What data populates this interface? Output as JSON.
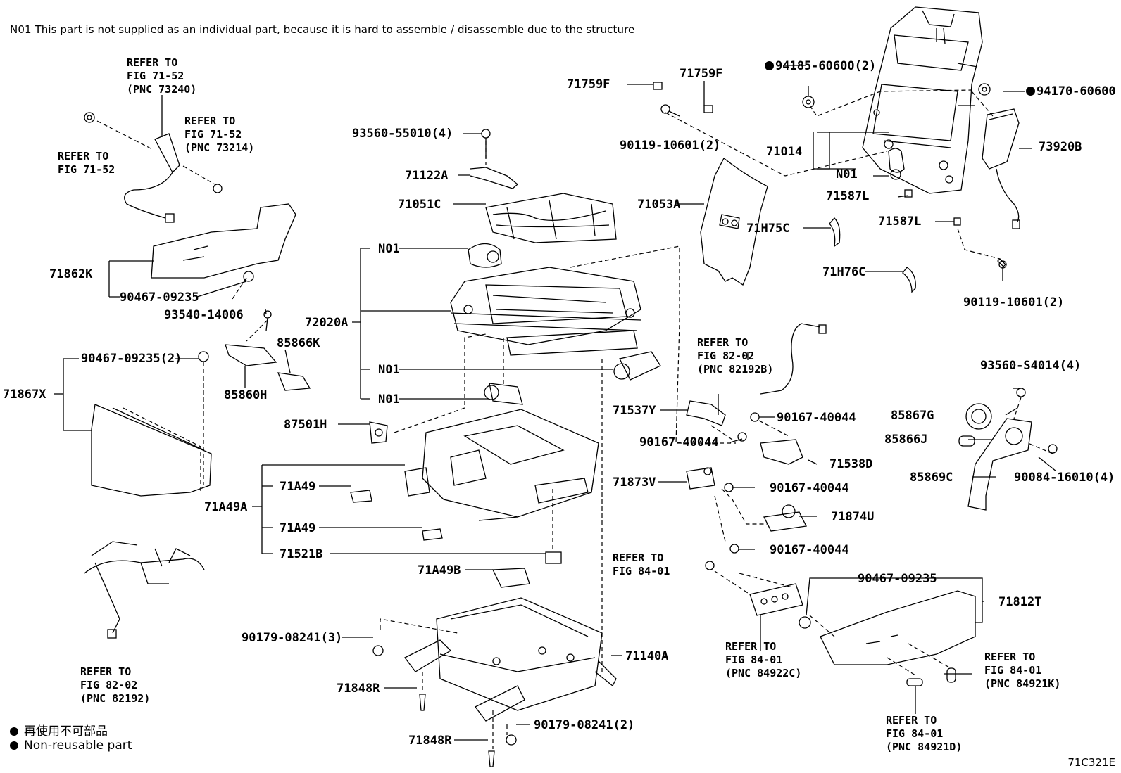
{
  "note": "N01 This part is not supplied as an individual part, because it is hard to assemble / disassemble due to the structure",
  "diagram_code": "71C321E",
  "legend": {
    "jp": "再使用不可部品",
    "en": "Non-reusable part"
  },
  "labels": {
    "p71759F_a": "71759F",
    "p71759F_b": "71759F",
    "p94185": "94185-60600(2)",
    "p94170": "94170-60600",
    "p90119_a": "90119-10601(2)",
    "p71014": "71014",
    "p73920B": "73920B",
    "n01_top": "N01",
    "p71587L_a": "71587L",
    "p71587L_b": "71587L",
    "p71053A": "71053A",
    "p71H75C": "71H75C",
    "p71H76C": "71H76C",
    "p90119_b": "90119-10601(2)",
    "p93560_55010": "93560-55010(4)",
    "p71122A": "71122A",
    "p71051C": "71051C",
    "n01_a": "N01",
    "p72020A": "72020A",
    "n01_b": "N01",
    "n01_c": "N01",
    "p87501H": "87501H",
    "p71862K": "71862K",
    "p90467_a": "90467-09235",
    "p93540": "93540-14006",
    "p85866K": "85866K",
    "p85860H": "85860H",
    "p90467_b": "90467-09235(2)",
    "p71867X": "71867X",
    "p71537Y": "71537Y",
    "p90167_a": "90167-40044",
    "p90167_b": "90167-40044",
    "p71538D": "71538D",
    "p71873V": "71873V",
    "p90167_c": "90167-40044",
    "p71874U": "71874U",
    "p90167_d": "90167-40044",
    "p93560_S4014": "93560-S4014(4)",
    "p85867G": "85867G",
    "p85866J": "85866J",
    "p85869C": "85869C",
    "p90084": "90084-16010(4)",
    "p71A49A": "71A49A",
    "p71A49_a": "71A49",
    "p71A49_b": "71A49",
    "p71521B": "71521B",
    "p71A49B": "71A49B",
    "p90179_a": "90179-08241(3)",
    "p71140A": "71140A",
    "p71848R_a": "71848R",
    "p71848R_b": "71848R",
    "p90179_b": "90179-08241(2)",
    "p90467_c": "90467-09235",
    "p71812T": "71812T"
  },
  "refs": {
    "r_73240": "REFER TO\nFIG 71-52\n(PNC 73240)",
    "r_73214": "REFER TO\nFIG 71-52\n(PNC 73214)",
    "r_71_52": "REFER TO\nFIG 71-52",
    "r_82192B": "REFER TO\nFIG 82-02\n(PNC 82192B)",
    "r_84_01": "REFER TO\nFIG 84-01",
    "r_84922C": "REFER TO\nFIG 84-01\n(PNC 84922C)",
    "r_84921K": "REFER TO\nFIG 84-01\n(PNC 84921K)",
    "r_84921D": "REFER TO\nFIG 84-01\n(PNC 84921D)",
    "r_82192": "REFER TO\nFIG 82-02\n(PNC 82192)"
  }
}
